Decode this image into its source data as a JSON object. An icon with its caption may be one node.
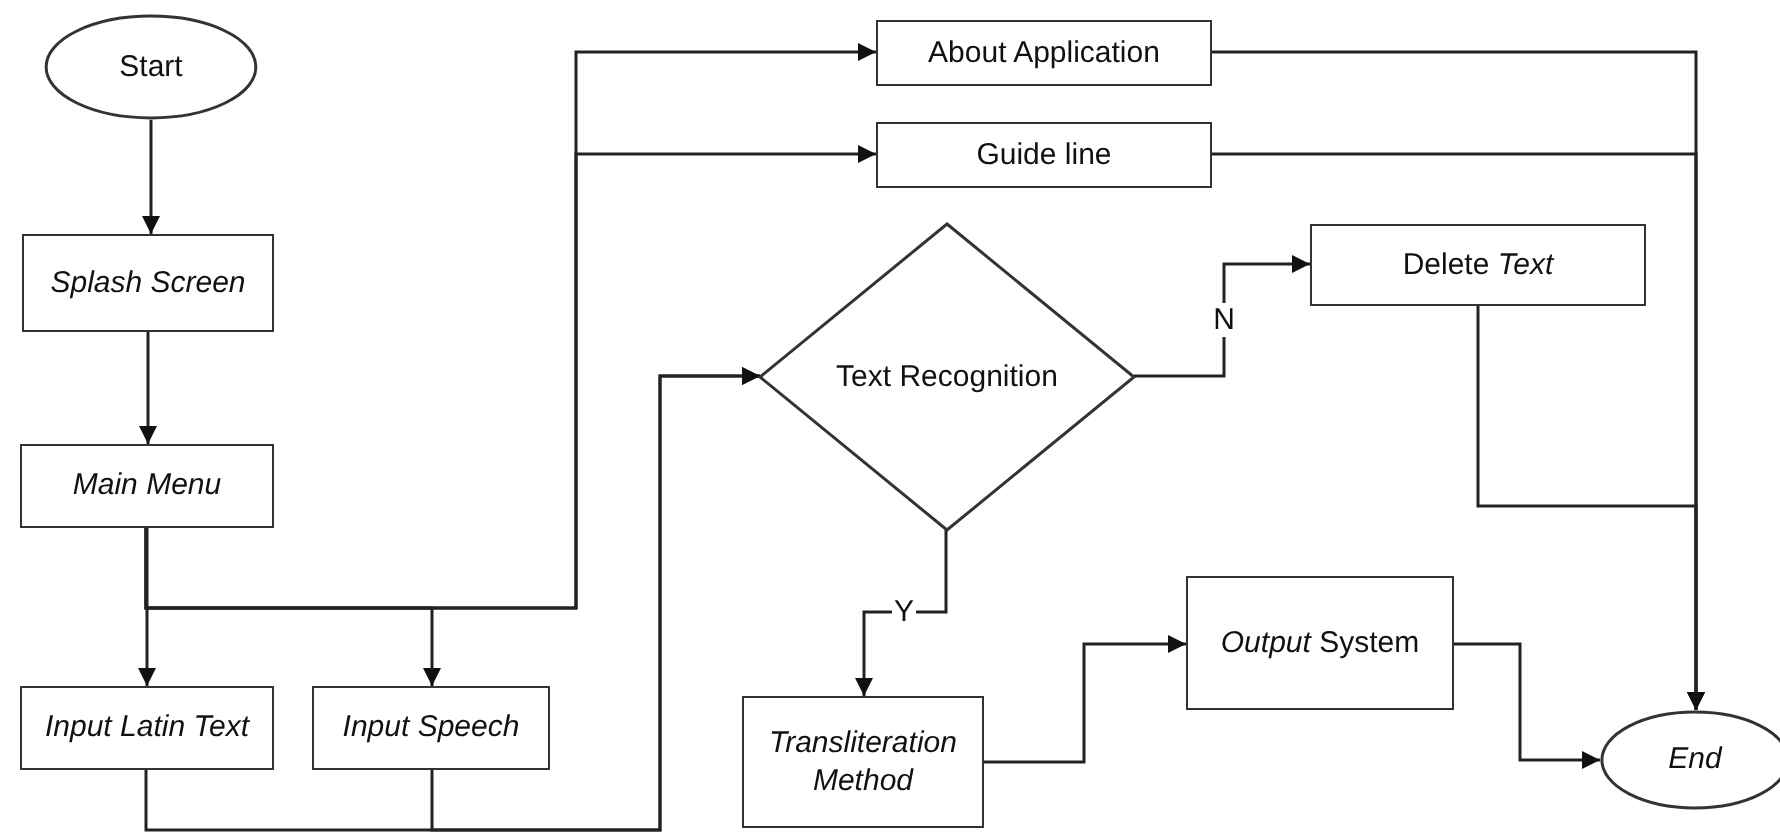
{
  "diagram": {
    "nodes": [
      {
        "text": [
          "Start"
        ]
      },
      {
        "text": [
          "Splash Screen"
        ]
      },
      {
        "text": [
          "Main Menu"
        ]
      },
      {
        "text": [
          "Input Latin Text"
        ]
      },
      {
        "text": [
          "Input Speech"
        ]
      },
      {
        "text": [
          "About Application"
        ]
      },
      {
        "text": [
          "Guide line"
        ]
      },
      {
        "text": [
          "Text Recognition"
        ]
      },
      {
        "text": [
          "Delete *Text*"
        ]
      },
      {
        "text": [
          "Transliteration Method"
        ]
      },
      {
        "text": [
          "*Output* System"
        ]
      },
      {
        "text": [
          "End"
        ]
      }
    ],
    "edges": [
      {
        "from": 0,
        "to": 1,
        "arrow": "to"
      },
      {
        "from": 1,
        "to": 2,
        "arrow": "to"
      },
      {
        "from": 2,
        "to": 3,
        "arrow": "to"
      },
      {
        "from": 2,
        "to": 4,
        "arrow": "to"
      },
      {
        "from": 2,
        "to": 5,
        "arrow": "to"
      },
      {
        "from": 2,
        "to": 6,
        "arrow": "to"
      },
      {
        "from": 3,
        "to": 7,
        "arrow": "to"
      },
      {
        "from": 4,
        "to": 7,
        "arrow": "to"
      },
      {
        "from": 7,
        "to": 8,
        "arrow": "to",
        "label": "N"
      },
      {
        "from": 7,
        "to": 9,
        "arrow": "to",
        "label": "Y"
      },
      {
        "from": 9,
        "to": 10,
        "arrow": "to"
      },
      {
        "from": 10,
        "to": 11,
        "arrow": "to"
      },
      {
        "from": 5,
        "to": 11,
        "arrow": "to"
      },
      {
        "from": 6,
        "to": 11,
        "arrow": "to"
      },
      {
        "from": 8,
        "to": 11,
        "arrow": "to"
      }
    ]
  }
}
